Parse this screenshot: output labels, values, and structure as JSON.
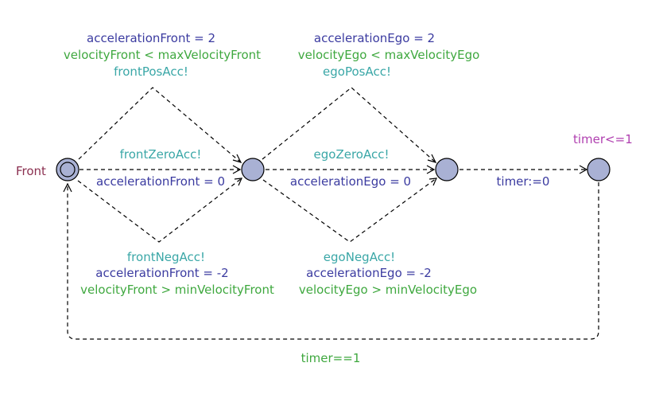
{
  "colors": {
    "assignment": "#3b3ba0",
    "guard": "#3fa83f",
    "sync": "#3aa7a7",
    "invariant": "#b040b0",
    "location_name": "#8b3050",
    "state_fill": "#a9b1d4"
  },
  "locations": {
    "front_name": "Front",
    "invariant_last": "timer<=1"
  },
  "edges": {
    "front_pos": {
      "assignment": "accelerationFront = 2",
      "guard": "velocityFront < maxVelocityFront",
      "sync": "frontPosAcc!"
    },
    "front_zero": {
      "sync": "frontZeroAcc!",
      "assignment": "accelerationFront = 0"
    },
    "front_neg": {
      "sync": "frontNegAcc!",
      "assignment": "accelerationFront = -2",
      "guard": "velocityFront > minVelocityFront"
    },
    "ego_pos": {
      "assignment": "accelerationEgo = 2",
      "guard": "velocityEgo < maxVelocityEgo",
      "sync": "egoPosAcc!"
    },
    "ego_zero": {
      "sync": "egoZeroAcc!",
      "assignment": "accelerationEgo = 0"
    },
    "ego_neg": {
      "sync": "egoNegAcc!",
      "assignment": "accelerationEgo = -2",
      "guard": "velocityEgo > minVelocityEgo"
    },
    "timer_reset": {
      "assignment": "timer:=0"
    },
    "loop_back": {
      "guard": "timer==1"
    }
  }
}
